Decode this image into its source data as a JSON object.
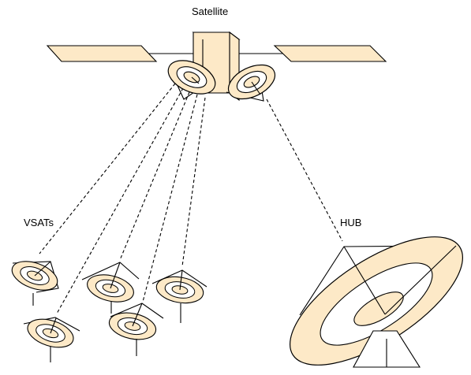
{
  "labels": {
    "satellite": "Satellite",
    "vsats": "VSATs",
    "hub": "HUB"
  },
  "colors": {
    "fill": "#fde9c7",
    "stroke": "#000000",
    "background": "#ffffff"
  }
}
